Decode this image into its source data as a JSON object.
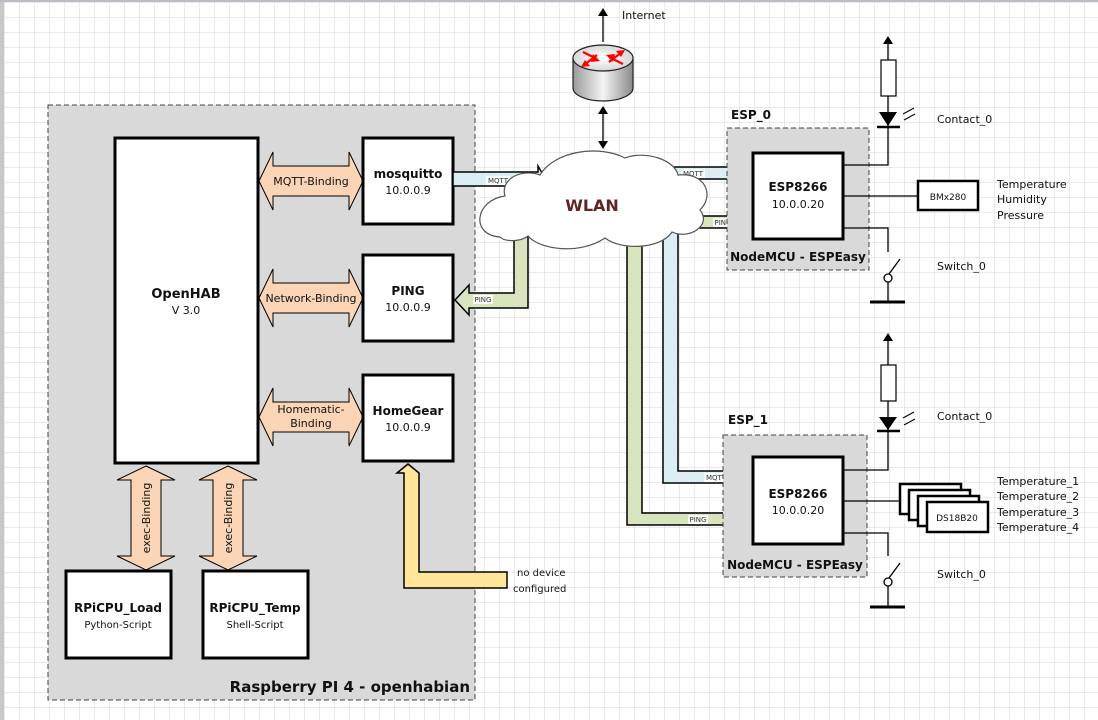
{
  "title": "Smart Home Network Diagram",
  "internet_label": "Internet",
  "wlan_label": "WLAN",
  "colors": {
    "group_bg": "#d9d9d9",
    "binding_arrow": "#fbd5b5",
    "mqtt_pipe": "#daeef3",
    "ping_pipe": "#d7e4bd",
    "homegear_pipe": "#ffe699",
    "wlan_text": "#632523",
    "router_arrows": "#ff0000"
  },
  "raspberry": {
    "group_label": "Raspberry PI 4 - openhabian",
    "openhab": {
      "name": "OpenHAB",
      "version": "V 3.0"
    },
    "services": [
      {
        "name": "mosquitto",
        "ip": "10.0.0.9",
        "binding": [
          "MQTT-Binding"
        ]
      },
      {
        "name": "PING",
        "ip": "10.0.0.9",
        "binding": [
          "Network-Binding"
        ]
      },
      {
        "name": "HomeGear",
        "ip": "10.0.0.9",
        "binding": [
          "Homematic-",
          "Binding"
        ]
      }
    ],
    "scripts": [
      {
        "name": "RPiCPU_Load",
        "type": "Python-Script",
        "binding": "exec-Binding"
      },
      {
        "name": "RPiCPU_Temp",
        "type": "Shell-Script",
        "binding": "exec-Binding"
      }
    ],
    "homegear_note": [
      "no device",
      "configured"
    ]
  },
  "pipes": {
    "mqtt": "MQTT",
    "ping": "PING"
  },
  "esp_nodes": [
    {
      "id": "ESP_0",
      "chip": "ESP8266",
      "ip": "10.0.0.20",
      "firmware": "NodeMCU - ESPEasy",
      "contact": "Contact_0",
      "switch": "Switch_0",
      "sensor": "BMx280",
      "sensor_values": [
        "Temperature",
        "Humidity",
        "Pressure"
      ]
    },
    {
      "id": "ESP_1",
      "chip": "ESP8266",
      "ip": "10.0.0.20",
      "firmware": "NodeMCU - ESPEasy",
      "contact": "Contact_0",
      "switch": "Switch_0",
      "sensor": "DS18B20",
      "sensor_values": [
        "Temperature_1",
        "Temperature_2",
        "Temperature_3",
        "Temperature_4"
      ]
    }
  ]
}
